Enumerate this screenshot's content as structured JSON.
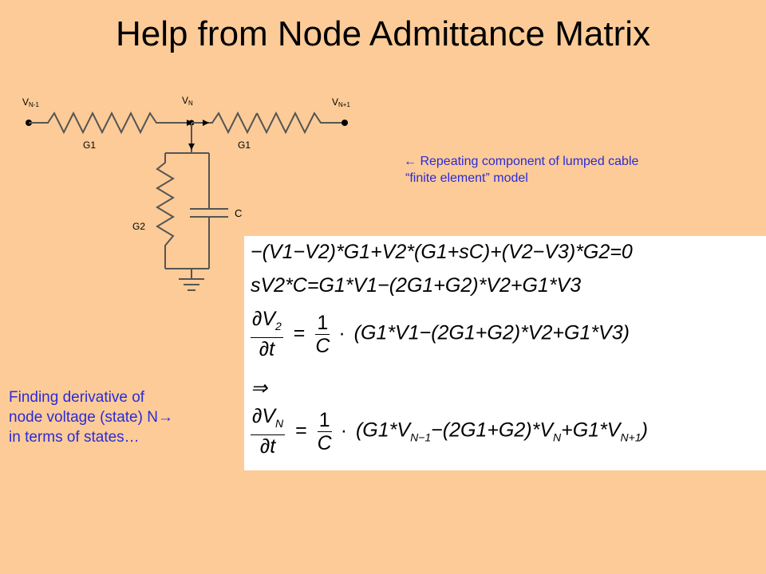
{
  "slide": {
    "title": "Help from Node Admittance Matrix",
    "note_right_line1": "← Repeating component of lumped cable",
    "note_right_line2": "“finite element” model",
    "note_left_line1": "Finding derivative of",
    "note_left_line2": "node voltage (state) N→",
    "note_left_line3": "in terms of states…"
  },
  "circuit": {
    "label_vnm1": "V",
    "label_vnm1_sub": "N-1",
    "label_vn": "V",
    "label_vn_sub": "N",
    "label_vnp1": "V",
    "label_vnp1_sub": "N+1",
    "label_g1_left": "G1",
    "label_g1_right": "G1",
    "label_g2": "G2",
    "label_c": "C"
  },
  "equations": {
    "eq1": "−(V1−V2)*G1+V2*(G1+sC)+(V2−V3)*G2=0",
    "eq2": "sV2*C=G1*V1−(2G1+G2)*V2+G1*V3",
    "eq3_num": "∂V",
    "eq3_num_sub": "2",
    "eq3_den": "∂t",
    "eq3_eq": "=",
    "eq3_cnum": "1",
    "eq3_cden": "C",
    "eq3_rhs": "(G1*V1−(2G1+G2)*V2+G1*V3)",
    "implies": "⇒",
    "eq4_num": "∂V",
    "eq4_num_sub": "N",
    "eq4_den": "∂t",
    "eq4_eq": "=",
    "eq4_cnum": "1",
    "eq4_cden": "C",
    "eq4_rhs_a": "(G1*V",
    "eq4_rhs_a_sub": "N−1",
    "eq4_rhs_b": "−(2G1+G2)*V",
    "eq4_rhs_b_sub": "N",
    "eq4_rhs_c": "+G1*V",
    "eq4_rhs_c_sub": "N+1",
    "eq4_rhs_d": ")"
  },
  "colors": {
    "background": "#FCCB97",
    "note_text": "#2B2BD6",
    "panel": "#FFFFFF"
  }
}
